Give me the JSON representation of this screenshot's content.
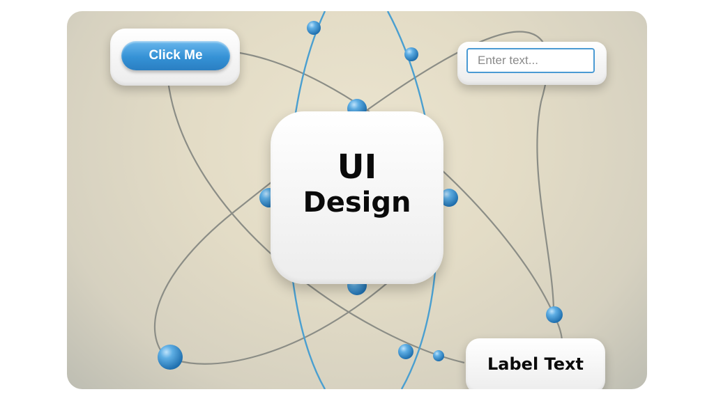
{
  "scene": {
    "title": "UI Design",
    "title_line1": "UI",
    "title_line2": "Design"
  },
  "button_card": {
    "button_label": "Click Me",
    "button_color": "#3592d6"
  },
  "input_card": {
    "placeholder": "Enter text...",
    "value": "",
    "border_color": "#4a9ad3"
  },
  "label_card": {
    "text": "Label Text"
  },
  "colors": {
    "background": "#e3dcc6",
    "orbit_gray": "#8a8d86",
    "orbit_blue": "#4a9fd0",
    "node_blue": "#3d95d2"
  },
  "decor": {
    "orbit_icon": "atom-orbit-icon",
    "node_icon": "sphere-node-icon"
  }
}
